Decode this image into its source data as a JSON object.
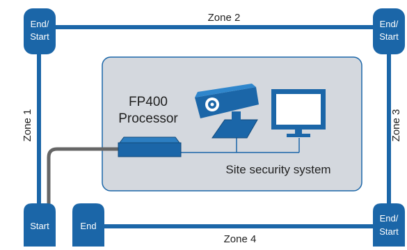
{
  "nodes": {
    "top_left": {
      "line1": "End/",
      "line2": "Start"
    },
    "top_right": {
      "line1": "End/",
      "line2": "Start"
    },
    "bottom_left": {
      "label": "Start"
    },
    "bottom_mid": {
      "label": "End"
    },
    "bottom_right": {
      "line1": "End/",
      "line2": "Start"
    }
  },
  "zones": {
    "zone1": "Zone 1",
    "zone2": "Zone 2",
    "zone3": "Zone 3",
    "zone4": "Zone 4"
  },
  "processor": {
    "line1": "FP400",
    "line2": "Processor"
  },
  "system_label": "Site security system",
  "colors": {
    "brand_blue": "#1b66a8",
    "panel_fill": "#d4d8de",
    "panel_stroke": "#1b66a8",
    "cable_gray": "#666666",
    "text_dark": "#1f1f1f"
  },
  "icons": [
    "processor-box-icon",
    "security-camera-icon",
    "monitor-icon"
  ]
}
